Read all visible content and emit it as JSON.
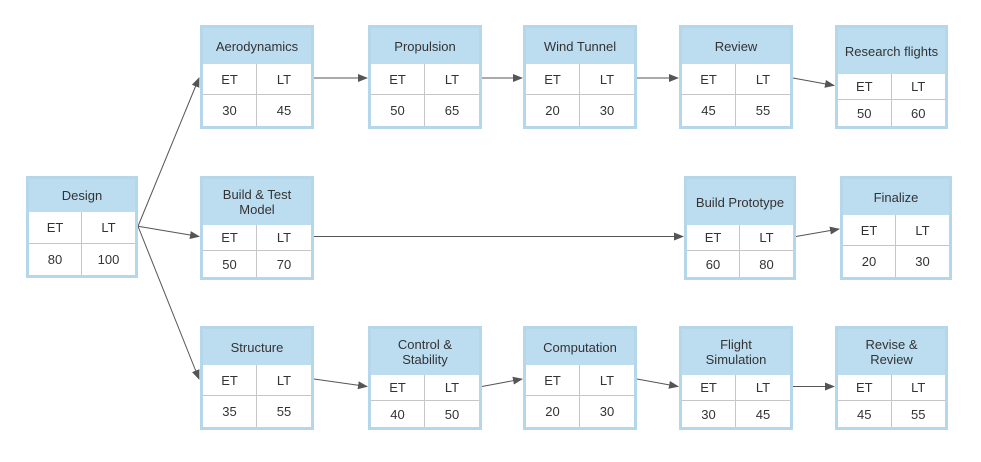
{
  "colors": {
    "node_header": "#bcdcf0",
    "node_border": "#b5d7ec",
    "cell_divider": "#c6c6c6",
    "connector": "#555555",
    "text": "#333333"
  },
  "icons": {
    "edge_end": "arrowhead"
  },
  "labels": {
    "et": "ET",
    "lt": "LT"
  },
  "nodes": [
    {
      "id": "design",
      "title": "Design",
      "et": "80",
      "lt": "100"
    },
    {
      "id": "aerodynamics",
      "title": "Aerodynamics",
      "et": "30",
      "lt": "45"
    },
    {
      "id": "propulsion",
      "title": "Propulsion",
      "et": "50",
      "lt": "65"
    },
    {
      "id": "wind-tunnel",
      "title": "Wind Tunnel",
      "et": "20",
      "lt": "30"
    },
    {
      "id": "review",
      "title": "Review",
      "et": "45",
      "lt": "55"
    },
    {
      "id": "research-flights",
      "title": "Research flights",
      "et": "50",
      "lt": "60"
    },
    {
      "id": "build-test-model",
      "title": "Build & Test\nModel",
      "et": "50",
      "lt": "70"
    },
    {
      "id": "build-prototype",
      "title": "Build Prototype",
      "et": "60",
      "lt": "80"
    },
    {
      "id": "finalize",
      "title": "Finalize",
      "et": "20",
      "lt": "30"
    },
    {
      "id": "structure",
      "title": "Structure",
      "et": "35",
      "lt": "55"
    },
    {
      "id": "control-stability",
      "title": "Control &\nStability",
      "et": "40",
      "lt": "50"
    },
    {
      "id": "computation",
      "title": "Computation",
      "et": "20",
      "lt": "30"
    },
    {
      "id": "flight-simulation",
      "title": "Flight\nSimulation",
      "et": "30",
      "lt": "45"
    },
    {
      "id": "revise-review",
      "title": "Revise &\nReview",
      "et": "45",
      "lt": "55"
    }
  ],
  "edges": [
    {
      "from": "design",
      "to": "aerodynamics"
    },
    {
      "from": "design",
      "to": "build-test-model"
    },
    {
      "from": "design",
      "to": "structure"
    },
    {
      "from": "aerodynamics",
      "to": "propulsion"
    },
    {
      "from": "propulsion",
      "to": "wind-tunnel"
    },
    {
      "from": "wind-tunnel",
      "to": "review"
    },
    {
      "from": "review",
      "to": "research-flights"
    },
    {
      "from": "build-test-model",
      "to": "build-prototype"
    },
    {
      "from": "build-prototype",
      "to": "finalize"
    },
    {
      "from": "structure",
      "to": "control-stability"
    },
    {
      "from": "control-stability",
      "to": "computation"
    },
    {
      "from": "computation",
      "to": "flight-simulation"
    },
    {
      "from": "flight-simulation",
      "to": "revise-review"
    }
  ]
}
